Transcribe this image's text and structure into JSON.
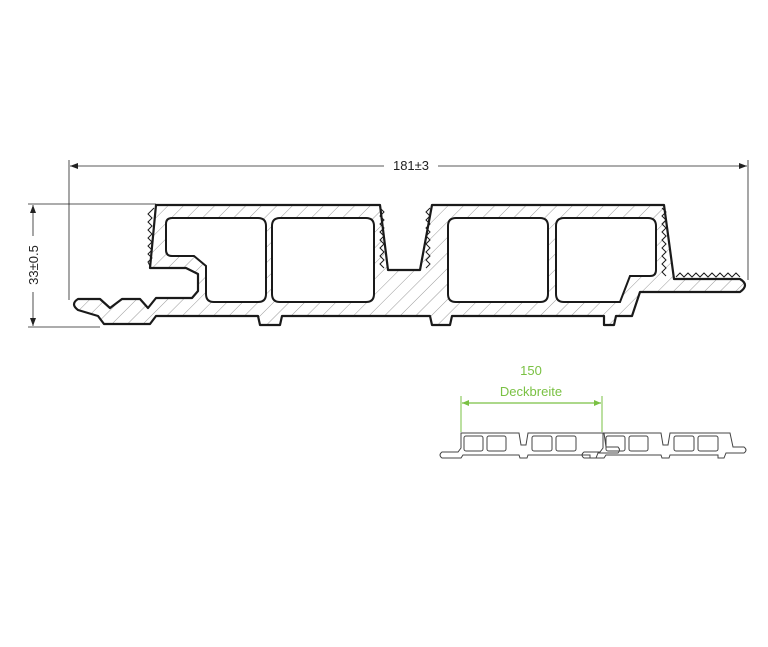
{
  "main_profile": {
    "overall_width_label": "181±3",
    "height_label": "33±0.5"
  },
  "coverage_detail": {
    "value_label": "150",
    "caption": "Deckbreite"
  },
  "colors": {
    "line": "#222222",
    "hatch": "#9a9a9a",
    "accent": "#7ac143",
    "ghost": "#555555"
  }
}
